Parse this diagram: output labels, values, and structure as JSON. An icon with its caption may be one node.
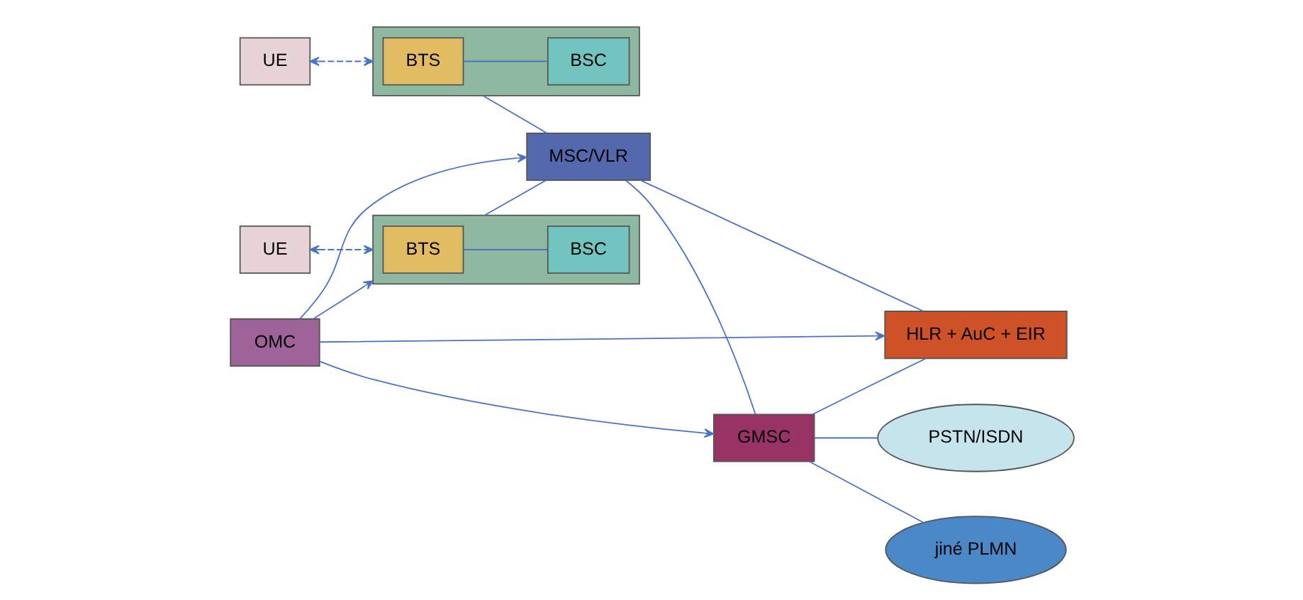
{
  "diagram": {
    "nodes": [
      {
        "text": [
          "UE"
        ]
      },
      {
        "text": [],
        "shape": "box"
      },
      {
        "text": [
          "BTS"
        ],
        "in": 1
      },
      {
        "text": [
          "BSC"
        ],
        "in": 1
      },
      {
        "text": [
          "HLR + AuC + EIR"
        ]
      },
      {
        "text": [
          "MSC/VLR"
        ]
      },
      {
        "text": [
          "GMSC"
        ]
      },
      {
        "text": [
          "PSTN/ISDN"
        ]
      },
      {
        "text": [
          "UE"
        ]
      },
      {
        "text": [],
        "shape": "box"
      },
      {
        "text": [
          "BTS"
        ],
        "in": 9
      },
      {
        "text": [
          "BSC"
        ],
        "in": 9
      },
      {
        "text": [
          "jiné PLMN"
        ]
      },
      {
        "text": [
          "OMC"
        ]
      }
    ],
    "edges": [
      {
        "from": 0,
        "to": 1,
        "arrow": "both",
        "style": "dashed"
      },
      {
        "from": 2,
        "to": 3,
        "arrow": "none"
      },
      {
        "from": 8,
        "to": 9,
        "arrow": "both",
        "style": "dashed"
      },
      {
        "from": 10,
        "to": 11,
        "arrow": "none"
      },
      {
        "from": 1,
        "to": 5,
        "arrow": "none"
      },
      {
        "from": 9,
        "to": 5,
        "arrow": "none"
      },
      {
        "from": 5,
        "to": 4,
        "arrow": "none"
      },
      {
        "from": 6,
        "to": 4,
        "arrow": "none"
      },
      {
        "from": 5,
        "to": 6,
        "arrow": "none"
      },
      {
        "from": 6,
        "to": 7,
        "arrow": "none"
      },
      {
        "from": 6,
        "to": 12,
        "arrow": "none"
      },
      {
        "from": 13,
        "to": 4,
        "arrow": "to"
      },
      {
        "from": 13,
        "to": 5,
        "arrow": "to"
      },
      {
        "from": 13,
        "to": 6,
        "arrow": "to"
      },
      {
        "from": 13,
        "to": 9,
        "arrow": "to"
      }
    ]
  }
}
